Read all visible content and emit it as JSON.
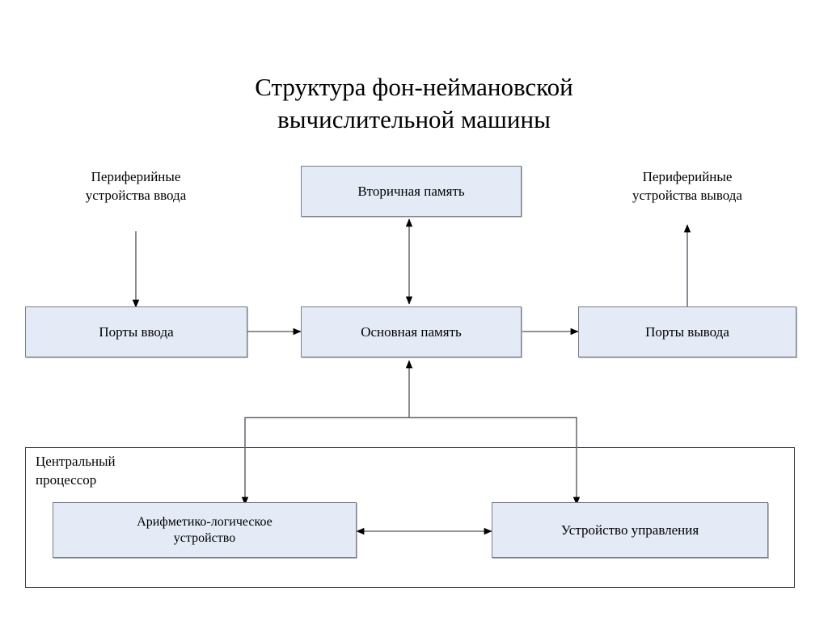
{
  "diagram": {
    "title": "Структура фон-неймановской\nвычислительной машины",
    "background_color": "#ffffff",
    "node_fill_color": "#e4ebf6",
    "node_border_color": "#7a7f88",
    "group_border_color": "#3a3f47",
    "arrow_color": "#6b6f77",
    "text_color": "#000000",
    "captions": {
      "input_peripherals": "Периферийные\nустройства ввода",
      "output_peripherals": "Периферийные\nустройства вывода",
      "cpu_group": "Центральный\n  процессор"
    },
    "nodes": {
      "secondary_memory": "Вторичная память",
      "input_ports": "Порты ввода",
      "main_memory": "Основная память",
      "output_ports": "Порты вывода",
      "alu": "Арифметико-логическое\nустройство",
      "control_unit": "Устройство управления"
    },
    "edges": [
      {
        "from": "input_peripherals",
        "to": "input_ports",
        "type": "single"
      },
      {
        "from": "input_ports",
        "to": "main_memory",
        "type": "single"
      },
      {
        "from": "main_memory",
        "to": "output_ports",
        "type": "single"
      },
      {
        "from": "output_ports",
        "to": "output_peripherals",
        "type": "single"
      },
      {
        "from": "main_memory",
        "to": "secondary_memory",
        "type": "double"
      },
      {
        "from": "cpu_bus",
        "to": "main_memory",
        "type": "single"
      },
      {
        "from": "cpu_bus",
        "to": "alu",
        "type": "single"
      },
      {
        "from": "cpu_bus",
        "to": "control_unit",
        "type": "single"
      },
      {
        "from": "alu",
        "to": "control_unit",
        "type": "double"
      }
    ]
  }
}
